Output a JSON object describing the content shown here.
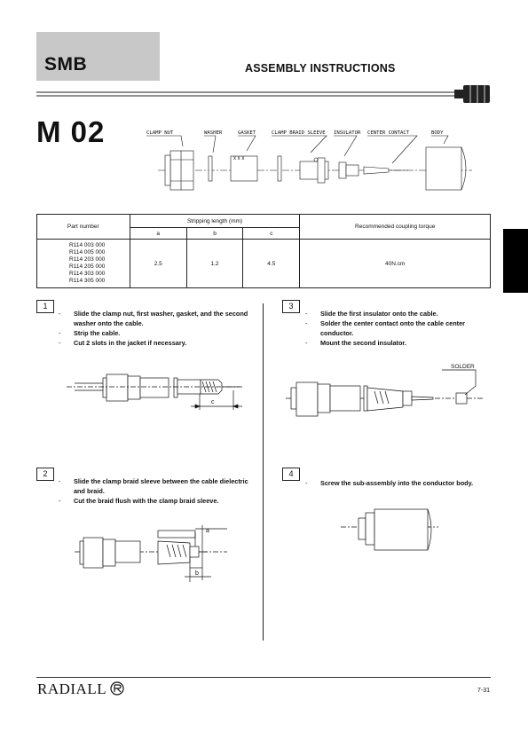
{
  "header": {
    "series": "SMB",
    "title": "ASSEMBLY INSTRUCTIONS",
    "model": "M 02"
  },
  "exploded_view": {
    "labels": [
      "CLAMP NUT",
      "WASHER",
      "GASKET",
      "CLAMP BRAID SLEEVE",
      "INSULATOR",
      "CENTER CONTACT",
      "BODY"
    ]
  },
  "table": {
    "col_part_number": "Part number",
    "col_stripping": "Stripping length (mm)",
    "col_torque": "Recommended coupling torque",
    "sub_a": "a",
    "sub_b": "b",
    "sub_c": "c",
    "part_numbers": [
      "R114 003 000",
      "R114 005 000",
      "R114 203 000",
      "R114 205 000",
      "R114 303 000",
      "R114 305 000"
    ],
    "value_a": "2.5",
    "value_b": "1.2",
    "value_c": "4.5",
    "value_torque": "40N.cm"
  },
  "steps": [
    {
      "number": "1",
      "lines": [
        "Slide the clamp nut, first washer, gasket, and the second washer onto the cable.",
        "Strip the cable.",
        "Cut 2 slots in the jacket if necessary."
      ],
      "dim_label": "c"
    },
    {
      "number": "2",
      "lines": [
        "Slide the clamp braid sleeve between the cable dielectric and braid.",
        "Cut the braid flush with the clamp braid sleeve."
      ],
      "dim_label_a": "a",
      "dim_label_b": "b"
    },
    {
      "number": "3",
      "lines": [
        "Slide the first insulator onto the cable.",
        "Solder the center contact onto the cable center conductor.",
        "Mount the second insulator."
      ],
      "callout": "SOLDER"
    },
    {
      "number": "4",
      "lines": [
        "Screw the sub-assembly into the conductor body."
      ]
    }
  ],
  "footer": {
    "brand": "RADIALL",
    "page": "7-31"
  }
}
